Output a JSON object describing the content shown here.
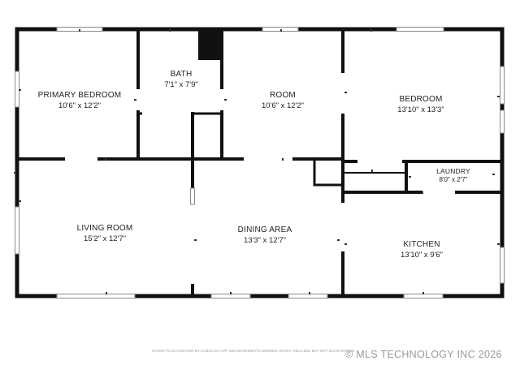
{
  "rooms": {
    "primary_bedroom": {
      "name": "PRIMARY BEDROOM",
      "dims": "10'6\" x 12'2\""
    },
    "bath": {
      "name": "BATH",
      "dims": "7'1\" x 7'9\""
    },
    "room": {
      "name": "ROOM",
      "dims": "10'6\" x 12'2\""
    },
    "bedroom": {
      "name": "BEDROOM",
      "dims": "13'10\" x 13'3\""
    },
    "laundry": {
      "name": "LAUNDRY",
      "dims": "8'0\" x 2'7\""
    },
    "living_room": {
      "name": "LIVING ROOM",
      "dims": "15'2\" x 12'7\""
    },
    "dining_area": {
      "name": "DINING AREA",
      "dims": "13'3\" x 12'7\""
    },
    "kitchen": {
      "name": "KITCHEN",
      "dims": "13'10\" x 9'6\""
    }
  },
  "footer": {
    "note": "FLOOR PLAN CREATED BY CUBICASA APP. MEASUREMENTS DEEMED HIGHLY RELIABLE BUT NOT GUARANTEED.",
    "watermark": "© MLS TECHNOLOGY INC 2026"
  },
  "colors": {
    "wall": "#111111",
    "window": "#8a8a8a",
    "text": "#222222",
    "watermark": "#9a9a9a"
  }
}
